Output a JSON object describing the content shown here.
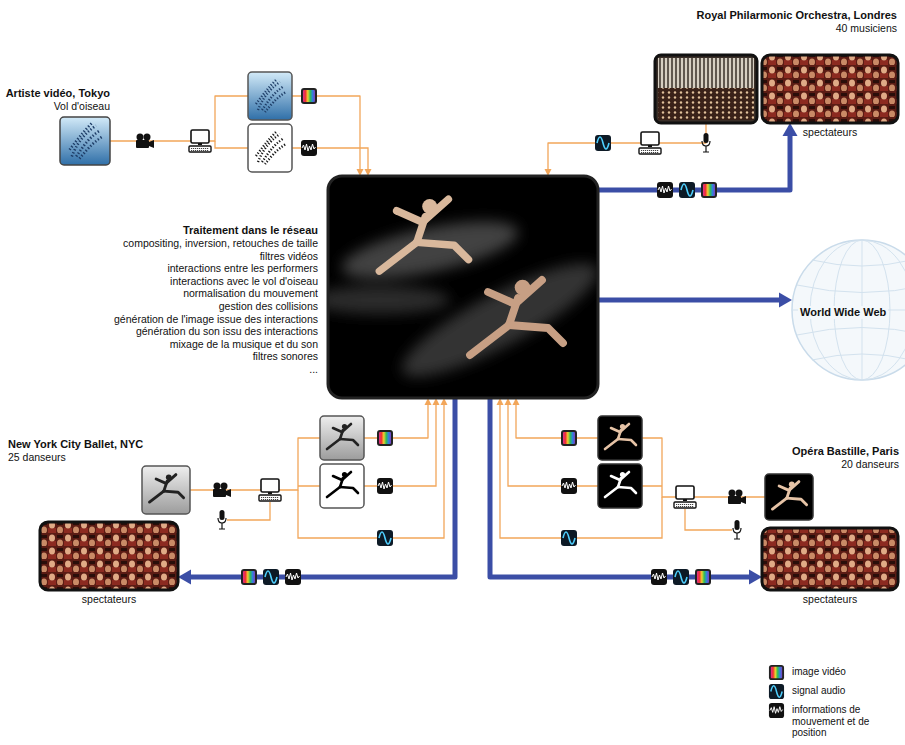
{
  "diagram": {
    "nodes": [
      {
        "text": [
          "Artiste vidéo, Tokyo",
          "Vol d'oiseau"
        ]
      },
      {
        "text": [
          "Royal Philarmonic Orchestra, Londres",
          "40 musiciens"
        ]
      },
      {
        "text": [
          "spectateurs"
        ]
      },
      {
        "text": [
          "Traitement dans le réseau",
          "compositing, inversion, retouches de taille",
          "filtres vidéos",
          "interactions entre les performers",
          "interactions avec le vol d'oiseau",
          "normalisation du mouvement",
          "gestion des collisions",
          "génération de l'image issue des interactions",
          "génération du son issu des interactions",
          "mixage de la musique et du son",
          "filtres sonores",
          "..."
        ]
      },
      {
        "text": [
          "World Wide Web"
        ]
      },
      {
        "text": [
          "New York City Ballet, NYC",
          "25 danseurs"
        ]
      },
      {
        "text": [
          "spectateurs"
        ]
      },
      {
        "text": [
          "Opéra Bastille, Paris",
          "20 danseurs"
        ]
      },
      {
        "text": [
          "spectateurs"
        ]
      }
    ],
    "edges": [
      {
        "from": 0,
        "to": 3,
        "arrow": "to"
      },
      {
        "from": 1,
        "to": 3,
        "arrow": "to"
      },
      {
        "from": 3,
        "to": 2,
        "arrow": "to"
      },
      {
        "from": 3,
        "to": 4,
        "arrow": "to"
      },
      {
        "from": 5,
        "to": 3,
        "arrow": "to"
      },
      {
        "from": 3,
        "to": 6,
        "arrow": "to"
      },
      {
        "from": 7,
        "to": 3,
        "arrow": "to"
      },
      {
        "from": 3,
        "to": 8,
        "arrow": "to"
      }
    ],
    "legend": [
      {
        "text": "image vidéo"
      },
      {
        "text": "signal audio"
      },
      {
        "text": "informations de mouvement et de position"
      }
    ]
  }
}
